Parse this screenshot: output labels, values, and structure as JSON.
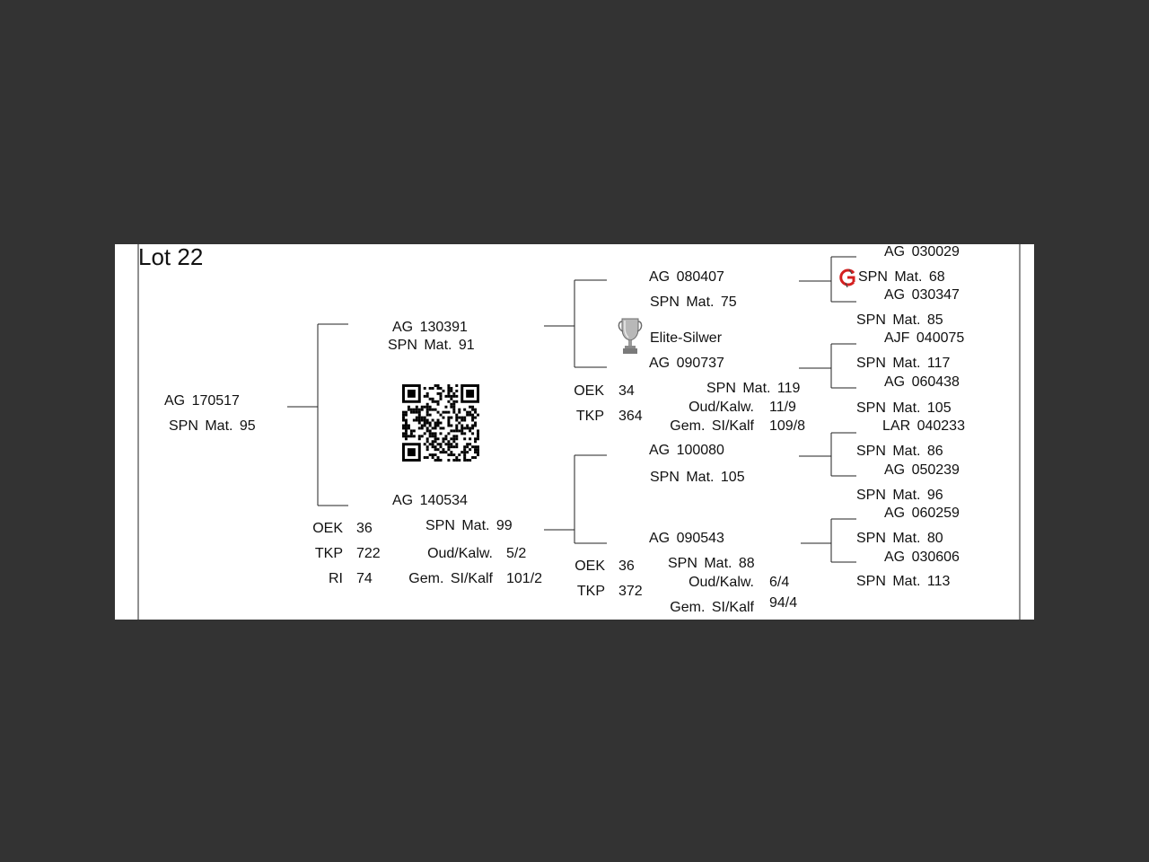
{
  "lot_title": "Lot 22",
  "animal": {
    "id": "AG  170517",
    "spn": "SPN Mat. 95"
  },
  "sire": {
    "id": "AG  130391",
    "spn": "SPN Mat. 91"
  },
  "dam": {
    "id": "AG  140534",
    "spn": "SPN Mat. 99",
    "stats": [
      {
        "label": "OEK",
        "value": "36"
      },
      {
        "label": "TKP",
        "value": "722"
      },
      {
        "label": "RI",
        "value": "74"
      }
    ],
    "calving": [
      {
        "label": "Oud/Kalw.",
        "value": "5/2"
      },
      {
        "label": "Gem. SI/Kalf",
        "value": "101/2"
      }
    ]
  },
  "ss": {
    "id": "AG  080407",
    "spn": "SPN Mat. 75"
  },
  "sd": {
    "award": "Elite-Silwer",
    "id": "AG  090737",
    "spn": "SPN Mat. 119",
    "stats": [
      {
        "label": "OEK",
        "value": "34"
      },
      {
        "label": "TKP",
        "value": "364"
      }
    ],
    "calving": [
      {
        "label": "Oud/Kalw.",
        "value": "11/9"
      },
      {
        "label": "Gem. SI/Kalf",
        "value": "109/8"
      }
    ]
  },
  "ds": {
    "id": "AG  100080",
    "spn": "SPN Mat. 105"
  },
  "dd": {
    "id": "AG  090543",
    "spn": "SPN Mat. 88",
    "stats": [
      {
        "label": "OEK",
        "value": "36"
      },
      {
        "label": "TKP",
        "value": "372"
      }
    ],
    "calving": [
      {
        "label": "Oud/Kalw.",
        "value": "6/4"
      },
      {
        "label": "Gem. SI/Kalf",
        "value": "94/4"
      }
    ]
  },
  "gen3": [
    {
      "id": "AG  030029",
      "spn": "SPN Mat. 68"
    },
    {
      "id": "AG  030347",
      "spn": "SPN Mat. 85"
    },
    {
      "id": "AJF 040075",
      "spn": "SPN Mat. 117"
    },
    {
      "id": "AG  060438",
      "spn": "SPN Mat. 105"
    },
    {
      "id": "LAR 040233",
      "spn": "SPN Mat. 86"
    },
    {
      "id": "AG  050239",
      "spn": "SPN Mat. 96"
    },
    {
      "id": "AG  060259",
      "spn": "SPN Mat. 80"
    },
    {
      "id": "AG  030606",
      "spn": "SPN Mat. 113"
    }
  ],
  "colors": {
    "page": "#ffffff",
    "backdrop": "#333333",
    "logo_red": "#d42020"
  },
  "icons": {
    "trophy": "trophy-icon",
    "qr": "qr-code",
    "logo": "breeder-logo-icon"
  }
}
